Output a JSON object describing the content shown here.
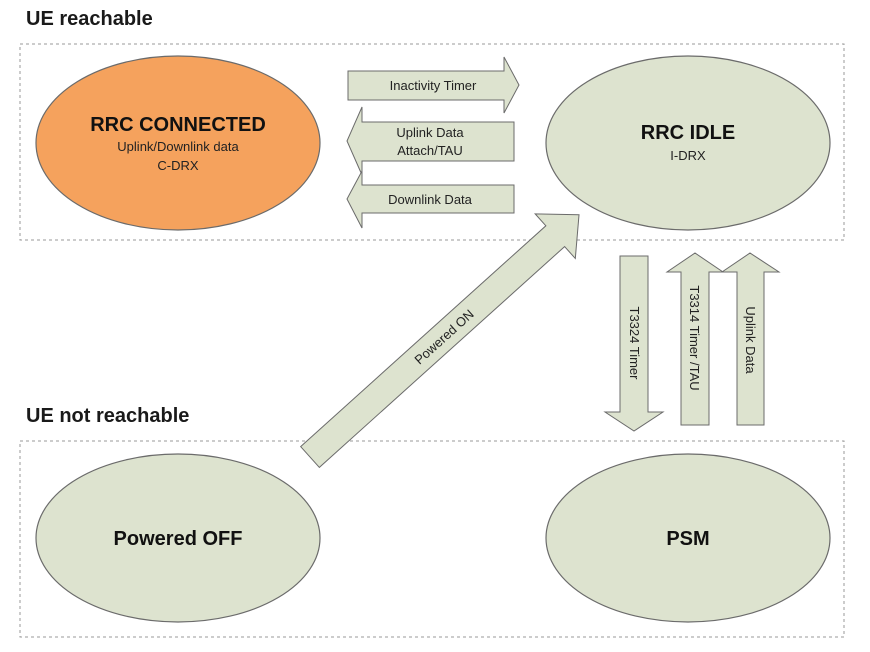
{
  "sections": {
    "reachable": "UE reachable",
    "not_reachable": "UE not reachable"
  },
  "states": {
    "rrc_connected": {
      "title": "RRC CONNECTED",
      "line1": "Uplink/Downlink data",
      "line2": "C-DRX"
    },
    "rrc_idle": {
      "title": "RRC IDLE",
      "line1": "I-DRX"
    },
    "powered_off": {
      "title": "Powered OFF"
    },
    "psm": {
      "title": "PSM"
    }
  },
  "transitions": {
    "inactivity_timer": "Inactivity Timer",
    "uplink_data_attach_line1": "Uplink Data",
    "uplink_data_attach_line2": "Attach/TAU",
    "downlink_data": "Downlink Data",
    "powered_on": "Powered ON",
    "t3324_timer": "T3324 Timer",
    "t3314_timer_tau": "T3314 Timer /TAU",
    "uplink_data": "Uplink Data"
  },
  "colors": {
    "connected_fill": "#f5a25d",
    "state_fill": "#dde3cf",
    "arrow_fill": "#dde3cf",
    "border": "#6b6b6b",
    "region_border": "#9a9a9a"
  }
}
